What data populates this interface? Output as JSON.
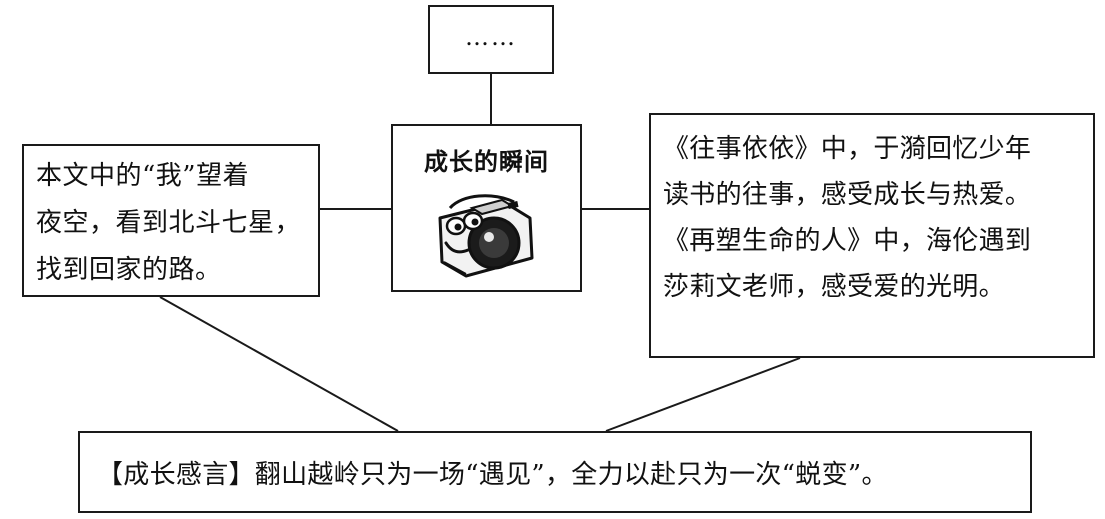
{
  "top_box": {
    "text": "……"
  },
  "center_box": {
    "title": "成长的瞬间",
    "image": "camera-cartoon-icon"
  },
  "left_box": {
    "lines": [
      "本文中的“我”望着",
      "夜空，看到北斗七星，",
      "找到回家的路。"
    ]
  },
  "right_box": {
    "lines": [
      "《往事依依》中，于漪回忆少年",
      "读书的往事，感受成长与热爱。",
      "《再塑生命的人》中，海伦遇到",
      "莎莉文老师，感受爱的光明。"
    ]
  },
  "bottom_box": {
    "text": "【成长感言】翻山越岭只为一场“遇见”，全力以赴只为一次“蜕变”。"
  },
  "colors": {
    "line": "#1a1a1a",
    "background": "#ffffff",
    "text": "#111111"
  }
}
